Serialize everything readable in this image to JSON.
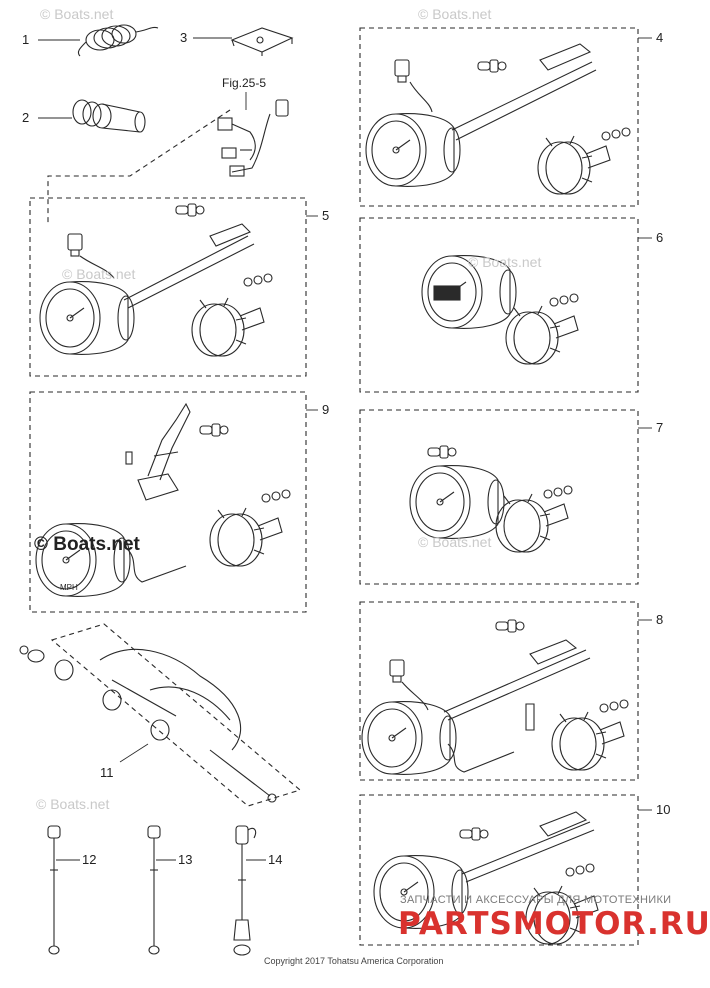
{
  "callouts": {
    "p1": "1",
    "p2": "2",
    "p3": "3",
    "p4": "4",
    "p5": "5",
    "p6": "6",
    "p7": "7",
    "p8": "8",
    "p9": "9",
    "p10": "10",
    "p11": "11",
    "p12": "12",
    "p13": "13",
    "p14": "14"
  },
  "figure_ref": "Fig.25-5",
  "gauge_face_text": "MPH",
  "watermarks": {
    "top": "© Boats.net",
    "left_mid": "© Boats.net",
    "right_a": "© Boats.net",
    "right_b": "© Boats.net",
    "left_low": "© Boats.net",
    "right_low": "© Boats.net",
    "dark": "© Boats.net"
  },
  "copyright": "Copyright 2017 Tohatsu America Corporation",
  "banner_text": "ЗАПЧАСТИ И АКСЕССУАРЫ ДЛЯ МОТОТЕХНИКИ",
  "brand": "PARTSMOTOR.RU",
  "colors": {
    "line": "#2a2a2a",
    "brand_red": "#d9322e"
  }
}
